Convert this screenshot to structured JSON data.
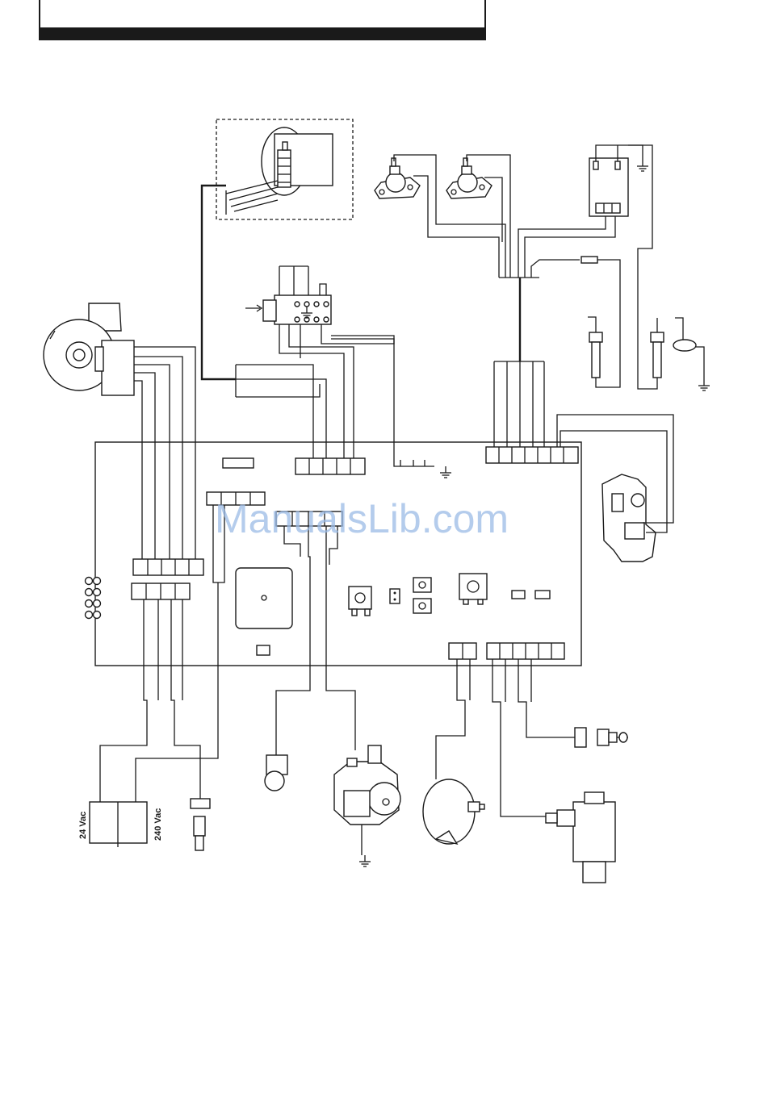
{
  "watermark": "ManualsLib.com",
  "voltage_labels": {
    "low": "24 Vac",
    "mains": "240 Vac"
  },
  "colors": {
    "ink": "#1a1a1a",
    "watermark": "#9bbbe6",
    "background": "#ffffff"
  },
  "icons": [
    "fan-icon",
    "pressure-switch-icon",
    "overheat-thermostat-icon",
    "ignition-transformer-icon",
    "electrode-icon",
    "gas-valve-icon",
    "pump-icon",
    "flow-switch-icon",
    "ntc-sensor-icon",
    "diverter-valve-icon",
    "earth-icon",
    "transformer-icon"
  ]
}
